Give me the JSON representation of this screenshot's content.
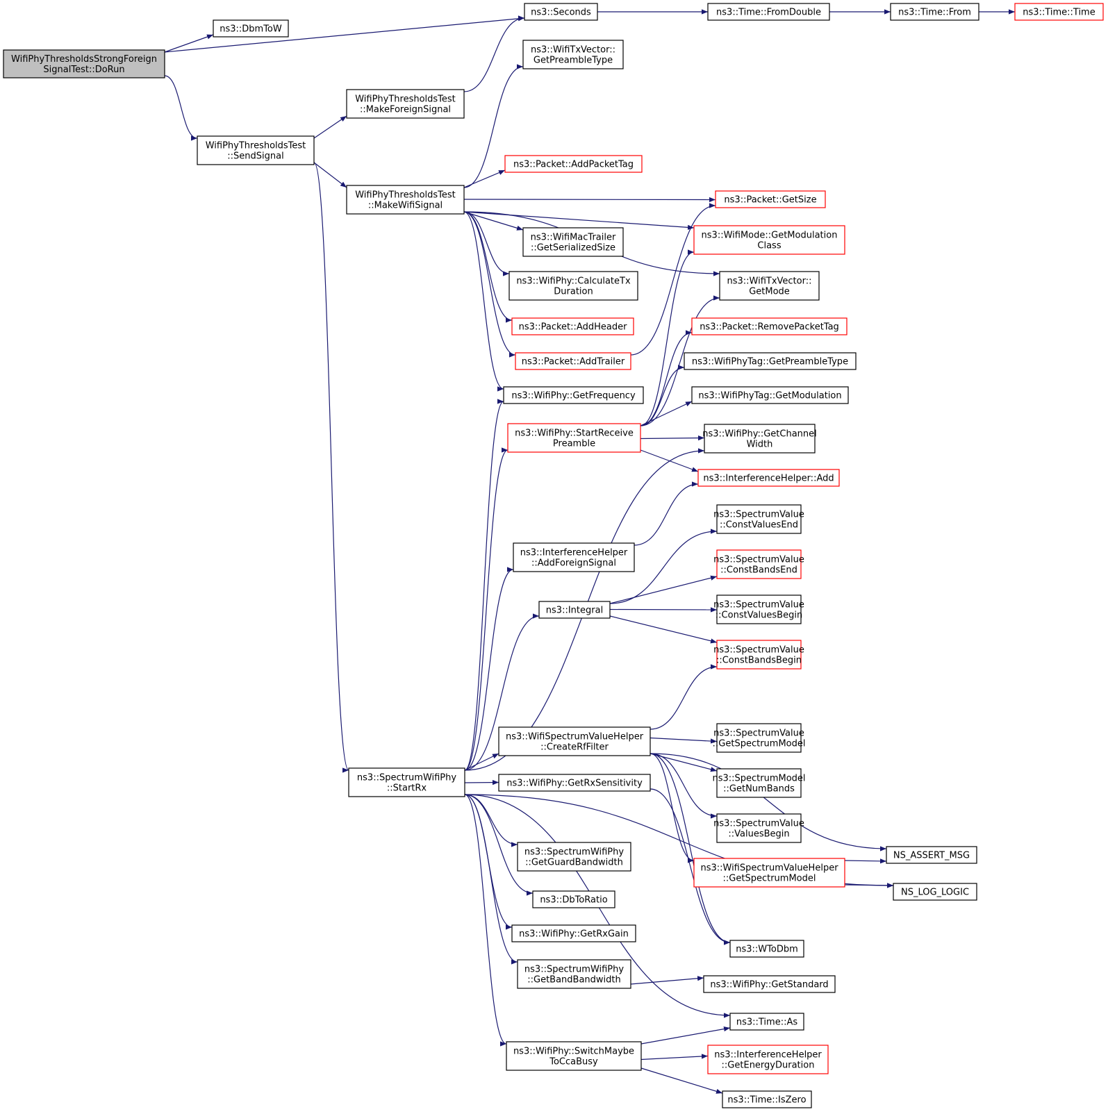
{
  "colors": {
    "edge": "#191970",
    "box_border": "#000000",
    "box_border_truncated": "#ff0000",
    "root_fill": "#bfbfbf",
    "box_fill": "#ffffff"
  },
  "nodes": [
    {
      "id": "dorun",
      "lines": [
        "WifiPhyThresholdsStrongForeign",
        "SignalTest::DoRun"
      ],
      "style": "root"
    },
    {
      "id": "dbmtow",
      "lines": [
        "ns3::DbmToW"
      ],
      "style": "normal"
    },
    {
      "id": "seconds",
      "lines": [
        "ns3::Seconds"
      ],
      "style": "normal"
    },
    {
      "id": "fromdouble",
      "lines": [
        "ns3::Time::FromDouble"
      ],
      "style": "normal"
    },
    {
      "id": "timefrom",
      "lines": [
        "ns3::Time::From"
      ],
      "style": "normal"
    },
    {
      "id": "timetime",
      "lines": [
        "ns3::Time::Time"
      ],
      "style": "truncated"
    },
    {
      "id": "sendsignal",
      "lines": [
        "WifiPhyThresholdsTest",
        "::SendSignal"
      ],
      "style": "normal"
    },
    {
      "id": "makeforeign",
      "lines": [
        "WifiPhyThresholdsTest",
        "::MakeForeignSignal"
      ],
      "style": "normal"
    },
    {
      "id": "makewifi",
      "lines": [
        "WifiPhyThresholdsTest",
        "::MakeWifiSignal"
      ],
      "style": "normal"
    },
    {
      "id": "getpreambletype",
      "lines": [
        "ns3::WifiTxVector::",
        "GetPreambleType"
      ],
      "style": "normal"
    },
    {
      "id": "addpackettag",
      "lines": [
        "ns3::Packet::AddPacketTag"
      ],
      "style": "truncated"
    },
    {
      "id": "getsize",
      "lines": [
        "ns3::Packet::GetSize"
      ],
      "style": "truncated"
    },
    {
      "id": "getmodclass",
      "lines": [
        "ns3::WifiMode::GetModulation",
        "Class"
      ],
      "style": "truncated"
    },
    {
      "id": "macsersize",
      "lines": [
        "ns3::WifiMacTrailer",
        "::GetSerializedSize"
      ],
      "style": "normal"
    },
    {
      "id": "getmode",
      "lines": [
        "ns3::WifiTxVector::",
        "GetMode"
      ],
      "style": "normal"
    },
    {
      "id": "calctx",
      "lines": [
        "ns3::WifiPhy::CalculateTx",
        "Duration"
      ],
      "style": "normal"
    },
    {
      "id": "addheader",
      "lines": [
        "ns3::Packet::AddHeader"
      ],
      "style": "truncated"
    },
    {
      "id": "removepackettag",
      "lines": [
        "ns3::Packet::RemovePacketTag"
      ],
      "style": "truncated"
    },
    {
      "id": "addtrailer",
      "lines": [
        "ns3::Packet::AddTrailer"
      ],
      "style": "truncated"
    },
    {
      "id": "tagpreamble",
      "lines": [
        "ns3::WifiPhyTag::GetPreambleType"
      ],
      "style": "normal"
    },
    {
      "id": "getfrequency",
      "lines": [
        "ns3::WifiPhy::GetFrequency"
      ],
      "style": "normal"
    },
    {
      "id": "tagmodulation",
      "lines": [
        "ns3::WifiPhyTag::GetModulation"
      ],
      "style": "normal"
    },
    {
      "id": "startrxpreamble",
      "lines": [
        "ns3::WifiPhy::StartReceive",
        "Preamble"
      ],
      "style": "truncated"
    },
    {
      "id": "getchannelwidth",
      "lines": [
        "ns3::WifiPhy::GetChannel",
        "Width"
      ],
      "style": "normal"
    },
    {
      "id": "ihadd",
      "lines": [
        "ns3::InterferenceHelper::Add"
      ],
      "style": "truncated"
    },
    {
      "id": "constvaluesend",
      "lines": [
        "ns3::SpectrumValue",
        "::ConstValuesEnd"
      ],
      "style": "normal"
    },
    {
      "id": "addforeign",
      "lines": [
        "ns3::InterferenceHelper",
        "::AddForeignSignal"
      ],
      "style": "normal"
    },
    {
      "id": "constbandsend",
      "lines": [
        "ns3::SpectrumValue",
        "::ConstBandsEnd"
      ],
      "style": "truncated"
    },
    {
      "id": "integral",
      "lines": [
        "ns3::Integral"
      ],
      "style": "normal"
    },
    {
      "id": "constvaluesbegin",
      "lines": [
        "ns3::SpectrumValue",
        "::ConstValuesBegin"
      ],
      "style": "normal"
    },
    {
      "id": "constbandsbegin",
      "lines": [
        "ns3::SpectrumValue",
        "::ConstBandsBegin"
      ],
      "style": "truncated"
    },
    {
      "id": "createrf",
      "lines": [
        "ns3::WifiSpectrumValueHelper",
        "::CreateRfFilter"
      ],
      "style": "normal"
    },
    {
      "id": "getspectrummodel",
      "lines": [
        "ns3::SpectrumValue",
        "::GetSpectrumModel"
      ],
      "style": "normal"
    },
    {
      "id": "startrx",
      "lines": [
        "ns3::SpectrumWifiPhy",
        "::StartRx"
      ],
      "style": "normal"
    },
    {
      "id": "getrxsens",
      "lines": [
        "ns3::WifiPhy::GetRxSensitivity"
      ],
      "style": "normal"
    },
    {
      "id": "getnumbands",
      "lines": [
        "ns3::SpectrumModel",
        "::GetNumBands"
      ],
      "style": "normal"
    },
    {
      "id": "valuesbegin",
      "lines": [
        "ns3::SpectrumValue",
        "::ValuesBegin"
      ],
      "style": "normal"
    },
    {
      "id": "guardbw",
      "lines": [
        "ns3::SpectrumWifiPhy",
        "::GetGuardBandwidth"
      ],
      "style": "normal"
    },
    {
      "id": "assertmsg",
      "lines": [
        "NS_ASSERT_MSG"
      ],
      "style": "normal"
    },
    {
      "id": "helpermodel",
      "lines": [
        "ns3::WifiSpectrumValueHelper",
        "::GetSpectrumModel"
      ],
      "style": "truncated"
    },
    {
      "id": "dbtoratio",
      "lines": [
        "ns3::DbToRatio"
      ],
      "style": "normal"
    },
    {
      "id": "loglogic",
      "lines": [
        "NS_LOG_LOGIC"
      ],
      "style": "normal"
    },
    {
      "id": "getrxgain",
      "lines": [
        "ns3::WifiPhy::GetRxGain"
      ],
      "style": "normal"
    },
    {
      "id": "wtodbm",
      "lines": [
        "ns3::WToDbm"
      ],
      "style": "normal"
    },
    {
      "id": "bandbw",
      "lines": [
        "ns3::SpectrumWifiPhy",
        "::GetBandBandwidth"
      ],
      "style": "normal"
    },
    {
      "id": "getstandard",
      "lines": [
        "ns3::WifiPhy::GetStandard"
      ],
      "style": "normal"
    },
    {
      "id": "timeas",
      "lines": [
        "ns3::Time::As"
      ],
      "style": "normal"
    },
    {
      "id": "switchcca",
      "lines": [
        "ns3::WifiPhy::SwitchMaybe",
        "ToCcaBusy"
      ],
      "style": "normal"
    },
    {
      "id": "energyduration",
      "lines": [
        "ns3::InterferenceHelper",
        "::GetEnergyDuration"
      ],
      "style": "truncated"
    },
    {
      "id": "iszero",
      "lines": [
        "ns3::Time::IsZero"
      ],
      "style": "normal"
    }
  ],
  "edges": [
    [
      "dorun",
      "dbmtow"
    ],
    [
      "dorun",
      "seconds"
    ],
    [
      "dorun",
      "sendsignal"
    ],
    [
      "seconds",
      "fromdouble"
    ],
    [
      "fromdouble",
      "timefrom"
    ],
    [
      "timefrom",
      "timetime"
    ],
    [
      "sendsignal",
      "makeforeign"
    ],
    [
      "sendsignal",
      "makewifi"
    ],
    [
      "sendsignal",
      "startrx"
    ],
    [
      "makeforeign",
      "seconds"
    ],
    [
      "makewifi",
      "getpreambletype"
    ],
    [
      "makewifi",
      "getmodclass"
    ],
    [
      "makewifi",
      "getmode"
    ],
    [
      "makewifi",
      "addpackettag"
    ],
    [
      "makewifi",
      "getsize"
    ],
    [
      "makewifi",
      "macsersize"
    ],
    [
      "makewifi",
      "calctx"
    ],
    [
      "makewifi",
      "addheader"
    ],
    [
      "makewifi",
      "addtrailer"
    ],
    [
      "makewifi",
      "getfrequency"
    ],
    [
      "addtrailer",
      "getsize"
    ],
    [
      "startrxpreamble",
      "getmodclass"
    ],
    [
      "startrxpreamble",
      "getmode"
    ],
    [
      "startrxpreamble",
      "removepackettag"
    ],
    [
      "startrxpreamble",
      "tagpreamble"
    ],
    [
      "startrxpreamble",
      "tagmodulation"
    ],
    [
      "startrxpreamble",
      "getchannelwidth"
    ],
    [
      "startrxpreamble",
      "ihadd"
    ],
    [
      "addforeign",
      "ihadd"
    ],
    [
      "integral",
      "constvaluesend"
    ],
    [
      "integral",
      "constbandsend"
    ],
    [
      "integral",
      "constvaluesbegin"
    ],
    [
      "integral",
      "constbandsbegin"
    ],
    [
      "createrf",
      "constbandsbegin"
    ],
    [
      "createrf",
      "assertmsg"
    ],
    [
      "createrf",
      "getspectrummodel"
    ],
    [
      "createrf",
      "getnumbands"
    ],
    [
      "createrf",
      "valuesbegin"
    ],
    [
      "createrf",
      "helpermodel"
    ],
    [
      "createrf",
      "wtodbm"
    ],
    [
      "helpermodel",
      "assertmsg"
    ],
    [
      "helpermodel",
      "loglogic"
    ],
    [
      "getrxsens",
      "wtodbm"
    ],
    [
      "bandbw",
      "getstandard"
    ],
    [
      "switchcca",
      "timeas"
    ],
    [
      "switchcca",
      "energyduration"
    ],
    [
      "switchcca",
      "iszero"
    ],
    [
      "startrx",
      "getfrequency"
    ],
    [
      "startrx",
      "startrxpreamble"
    ],
    [
      "startrx",
      "getchannelwidth"
    ],
    [
      "startrx",
      "addforeign"
    ],
    [
      "startrx",
      "integral"
    ],
    [
      "startrx",
      "createrf"
    ],
    [
      "startrx",
      "getrxsens"
    ],
    [
      "startrx",
      "loglogic"
    ],
    [
      "startrx",
      "guardbw"
    ],
    [
      "startrx",
      "dbtoratio"
    ],
    [
      "startrx",
      "getrxgain"
    ],
    [
      "startrx",
      "bandbw"
    ],
    [
      "startrx",
      "timeas"
    ],
    [
      "startrx",
      "switchcca"
    ]
  ]
}
